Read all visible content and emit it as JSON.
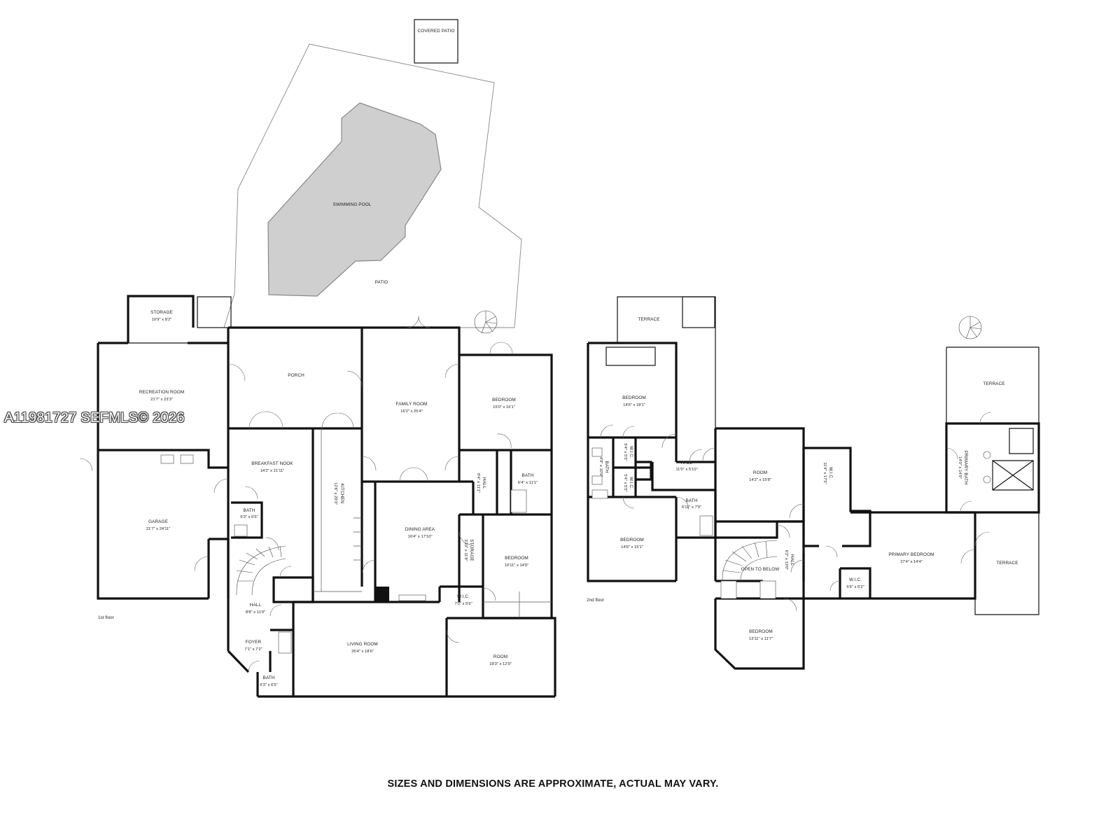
{
  "watermark": "A11981727  SEFMLS© 2026",
  "disclaimer": "SIZES AND DIMENSIONS ARE APPROXIMATE, ACTUAL MAY VARY.",
  "floors": {
    "first": "1st floor",
    "second": "2nd floor"
  },
  "rooms": {
    "covered_patio": {
      "name": "COVERED PATIO",
      "dims": ""
    },
    "swimming_pool": {
      "name": "SWIMMING POOL",
      "dims": ""
    },
    "patio": {
      "name": "PATIO",
      "dims": ""
    },
    "storage_1": {
      "name": "STORAGE",
      "dims": "10'9\" x 8'2\""
    },
    "recreation_room": {
      "name": "RECREATION ROOM",
      "dims": "21'7\" x 23'3\""
    },
    "porch": {
      "name": "PORCH",
      "dims": ""
    },
    "family_room": {
      "name": "FAMILY ROOM",
      "dims": "16'2\" x 25'4\""
    },
    "bedroom_1": {
      "name": "BEDROOM",
      "dims": "15'0\" x 16'1\""
    },
    "breakfast_nook": {
      "name": "BREAKFAST NOOK",
      "dims": "14'2\" x 21'11\""
    },
    "kitchen": {
      "name": "KITCHEN",
      "dims": "12'6\" x 29'3\""
    },
    "garage": {
      "name": "GARAGE",
      "dims": "21'7\" x 24'11\""
    },
    "bath_1": {
      "name": "BATH",
      "dims": "6'3\" x 6'5\""
    },
    "hall_1": {
      "name": "HALL",
      "dims": "8'4\" x 11'1\""
    },
    "bath_2": {
      "name": "BATH",
      "dims": "6'4\" x 11'1\""
    },
    "dining_area": {
      "name": "DINING AREA",
      "dims": "16'4\" x 17'10\""
    },
    "storage_2": {
      "name": "STORAGE",
      "dims": "3'10\" x 11'8\""
    },
    "bedroom_2": {
      "name": "BEDROOM",
      "dims": "10'11\" x 14'5\""
    },
    "wic_1": {
      "name": "W.I.C.",
      "dims": "7'0\" x 5'6\""
    },
    "hall_2": {
      "name": "HALL",
      "dims": "8'8\" x 11'9\""
    },
    "foyer": {
      "name": "FOYER",
      "dims": "7'1\" x 7'2\""
    },
    "bath_3": {
      "name": "BATH",
      "dims": "6'3\" x 6'5\""
    },
    "living_room": {
      "name": "LIVING ROOM",
      "dims": "26'4\" x 18'6\""
    },
    "room_1": {
      "name": "ROOM",
      "dims": "18'3\" x 12'9\""
    },
    "terrace_1": {
      "name": "TERRACE",
      "dims": ""
    },
    "bedroom_3": {
      "name": "BEDROOM",
      "dims": "14'6\" x 18'1\""
    },
    "bath_4": {
      "name": "BATH",
      "dims": "4'9\" x 10'9\""
    },
    "wic_2": {
      "name": "W.I.C.",
      "dims": "5'4\" x 5'5\""
    },
    "wic_3": {
      "name": "W.I.C.",
      "dims": "5'4\" x 5'5\""
    },
    "hall_3": {
      "name": "HALL",
      "dims": "11'0\" x 5'10\""
    },
    "bath_5": {
      "name": "BATH",
      "dims": "6'11\" x 7'9\""
    },
    "bedroom_4": {
      "name": "BEDROOM",
      "dims": "14'6\" x 15'1\""
    },
    "room_2": {
      "name": "ROOM",
      "dims": "14'2\" x 15'8\""
    },
    "wic_4": {
      "name": "W.I.C.",
      "dims": "11'4\" x 17'5\""
    },
    "open_to_below": {
      "name": "OPEN TO BELOW",
      "dims": ""
    },
    "hall_4": {
      "name": "HALL",
      "dims": "6'2\" x 13'0\""
    },
    "bedroom_5": {
      "name": "BEDROOM",
      "dims": "13'11\" x 11'7\""
    },
    "terrace_2": {
      "name": "TERRACE",
      "dims": ""
    },
    "primary_bath": {
      "name": "PRIMARY BATH",
      "dims": "14'0\" x 14'0\""
    },
    "primary_bedroom": {
      "name": "PRIMARY BEDROOM",
      "dims": "27'4\" x 14'4\""
    },
    "wic_5": {
      "name": "W.I.C.",
      "dims": "5'6\" x 5'2\""
    },
    "terrace_3": {
      "name": "TERRACE",
      "dims": ""
    }
  }
}
